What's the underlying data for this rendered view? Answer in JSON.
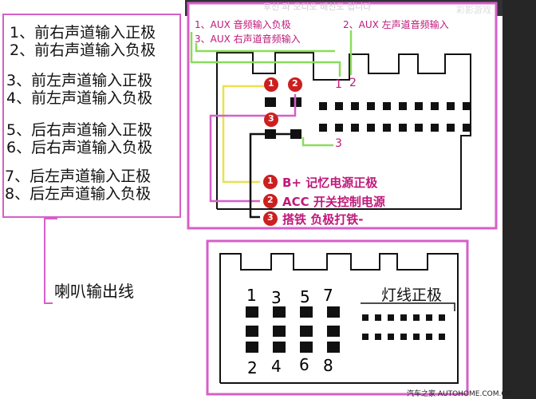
{
  "top_banner": "후선 파 오디오 배선도 접니다",
  "watermark_top": "彩影游戏",
  "watermark_bottom": "汽车之家  AUTOHOME.COM.CN",
  "speaker_pins": [
    "1、前右声道输入正极",
    "2、前右声道输入负极",
    "3、前左声道输入正极",
    "4、前左声道输入负极",
    "5、后右声道输入正极",
    "6、后右声道输入负极",
    "7、后左声道输入正极",
    "8、后左声道输入负极"
  ],
  "speaker_output_label": "喇叭输出线",
  "aux_header": {
    "line1": "1、AUX 音频输入负极",
    "line1b": "2、AUX 左声道音频输入",
    "line2": "3、AUX 右声道音频输入"
  },
  "aux_wire_labels": [
    "1",
    "2",
    "3"
  ],
  "power_pins": [
    {
      "num": "1",
      "label": "B+ 记忆电源正极"
    },
    {
      "num": "2",
      "label": "ACC 开关控制电源"
    },
    {
      "num": "3",
      "label": "搭铁 负极打铁-"
    }
  ],
  "lower_connector": {
    "top_numbers": [
      "1",
      "3",
      "5",
      "7"
    ],
    "bottom_numbers": [
      "2",
      "4",
      "6",
      "8"
    ],
    "light_label": "灯线正极"
  },
  "colors": {
    "frame": "#d65fc9",
    "green_wire": "#8bdc5c",
    "yellow_wire": "#e8e24f",
    "pink_wire": "#d65fc9",
    "circle_red": "#cc1f1f",
    "label_magenta": "#c0187a"
  }
}
